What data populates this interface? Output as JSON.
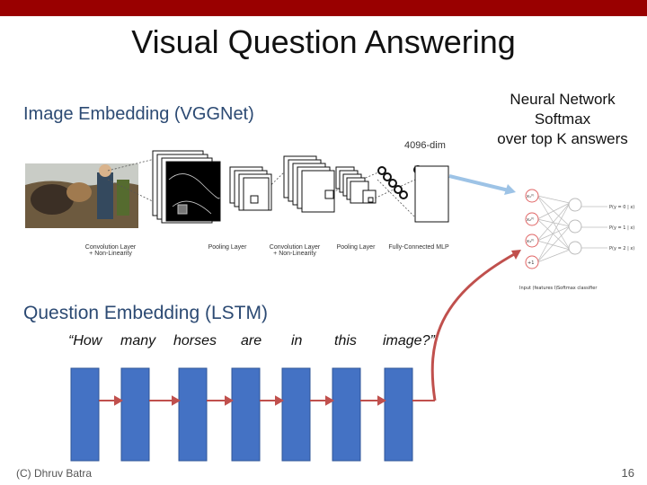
{
  "title": "Visual Question Answering",
  "image_section": {
    "heading": "Image Embedding (VGGNet)",
    "dim_label": "4096-dim",
    "layer_labels": {
      "conv1": [
        "Convolution Layer",
        "+ Non-Linearity"
      ],
      "pool1": "Pooling Layer",
      "conv2": [
        "Convolution Layer",
        "+ Non-Linearity"
      ],
      "pool2": "Pooling Layer",
      "fc": "Fully-Connected MLP"
    }
  },
  "classifier": {
    "heading_lines": [
      "Neural Network",
      "Softmax",
      "over top K answers"
    ],
    "outputs": [
      "P(y = 0 | x)",
      "P(y = 1 | x)",
      "P(y = 2 | x)"
    ],
    "inputs": [
      "x₁⁽ᴵ⁾",
      "x₂⁽ᴵ⁾",
      "x₃⁽ᴵ⁾",
      "+1"
    ],
    "bottom_labels": [
      "Input (features I)",
      "Softmax classifier"
    ]
  },
  "question_section": {
    "heading": "Question Embedding (LSTM)",
    "words": [
      "“How",
      "many",
      "horses",
      "are",
      "in",
      "this",
      "image?”"
    ]
  },
  "colors": {
    "topbar": "#990000",
    "lstm_fill": "#4472c4",
    "lstm_arrow": "#c0504d",
    "image_arrow": "#9dc3e6"
  },
  "footer": {
    "credit": "(C) Dhruv Batra",
    "page": "16"
  }
}
